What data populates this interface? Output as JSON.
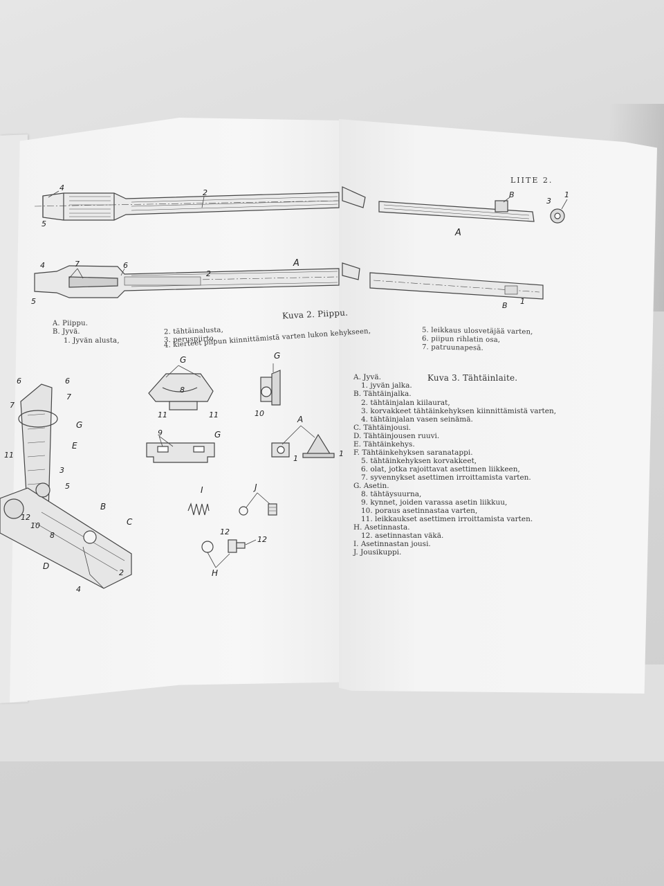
{
  "header": {
    "appendix": "LIITE 2."
  },
  "figure2": {
    "caption": "Kuva 2. Piippu.",
    "legend": [
      "A. Piippu.",
      "B. Jyvä.",
      "1. Jyvän alusta,",
      "2. tähtäinalusta,",
      "3. peruspiirto,",
      "4. kierteet piipun kiinnittämistä varten lukon kehykseen,",
      "5. leikkaus ulosvetäjää varten,",
      "6. piipun rihlatin osa,",
      "7. patruunapesä."
    ],
    "labels": {
      "l4": "4",
      "l5": "5",
      "l2": "2",
      "lB": "B",
      "lA": "A",
      "l3": "3",
      "l1": "1",
      "l7": "7",
      "l6": "6",
      "l4b": "4",
      "l5b": "5",
      "lA2": "A",
      "l2b": "2",
      "lB2": "B",
      "l1b": "1"
    }
  },
  "figure3": {
    "caption": "Kuva 3. Tähtäinlaite.",
    "legend": [
      "A. Jyvä.",
      "1. jyvän jalka.",
      "B. Tähtäinjalka.",
      "2. tähtäinjalan kiilaurat,",
      "3. korvakkeet tähtäinkehyksen kiinnittämistä varten,",
      "4. tähtäinjalan vasen seinämä.",
      "C. Tähtäinjousi.",
      "D. Tähtäinjousen ruuvi.",
      "E. Tähtäinkehys.",
      "F. Tähtäinkehyksen saranatappi.",
      "5. tähtäinkehyksen korvakkeet,",
      "6. olat, jotka rajoittavat asettimen liikkeen,",
      "7. syvennykset asettimen irroittamista varten.",
      "G. Asetin.",
      "8. tähtäysuurna,",
      "9. kynnet, joiden varassa asetin liikkuu,",
      "10. poraus asetinnastaa varten,",
      "11. leikkaukset asettimen irroittamista varten.",
      "H. Asetinnasta.",
      "12. asetinnastan väkä.",
      "I. Asetinnastan jousi.",
      "J. Jousikuppi."
    ],
    "labels": {
      "s6a": "6",
      "s6b": "6",
      "s7a": "7",
      "s7b": "7",
      "s11": "11",
      "sG": "G",
      "sE": "E",
      "s3": "3",
      "s5": "5",
      "sB": "B",
      "sC": "C",
      "sD": "D",
      "s4": "4",
      "s2": "2",
      "s12": "12",
      "s10": "10",
      "s8": "8",
      "gG": "G",
      "g8": "8",
      "g11a": "11",
      "g11b": "11",
      "fG": "G",
      "f10": "10",
      "bG": "G",
      "b9": "9",
      "aA": "A",
      "a1": "1",
      "a1b": "1",
      "iI": "I",
      "jJ": "J",
      "h12a": "12",
      "h12b": "12",
      "hH": "H"
    }
  }
}
